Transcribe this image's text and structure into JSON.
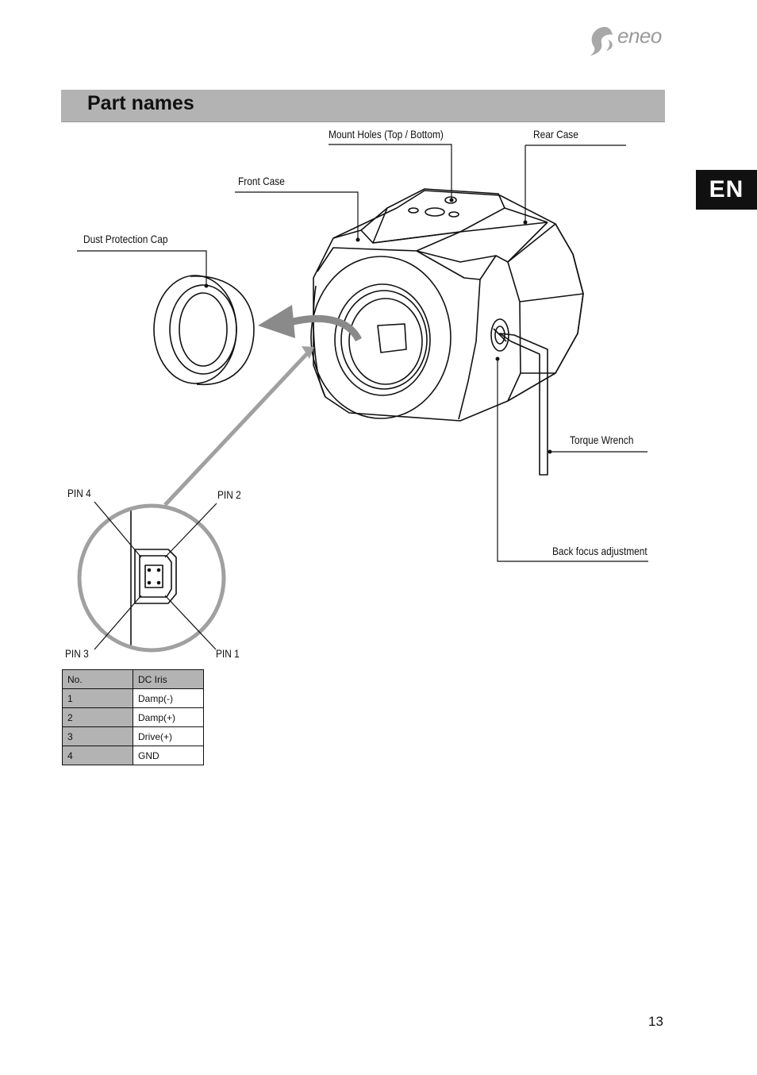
{
  "brand": {
    "logo_text": "eneo"
  },
  "section": {
    "title": "Part names"
  },
  "language_tab": "EN",
  "labels": {
    "mount_holes": "Mount Holes (Top / Bottom)",
    "rear_case": "Rear Case",
    "front_case": "Front Case",
    "dust_cap": "Dust Protection Cap",
    "torque_wrench": "Torque Wrench",
    "back_focus": "Back focus adjustment",
    "pin4": "PIN 4",
    "pin2": "PIN 2",
    "pin3": "PIN 3",
    "pin1": "PIN 1"
  },
  "pin_table": {
    "headers": [
      "No.",
      "DC Iris"
    ],
    "rows": [
      [
        "1",
        "Damp(-)"
      ],
      [
        "2",
        "Damp(+)"
      ],
      [
        "3",
        "Drive(+)"
      ],
      [
        "4",
        "GND"
      ]
    ]
  },
  "page_number": "13"
}
